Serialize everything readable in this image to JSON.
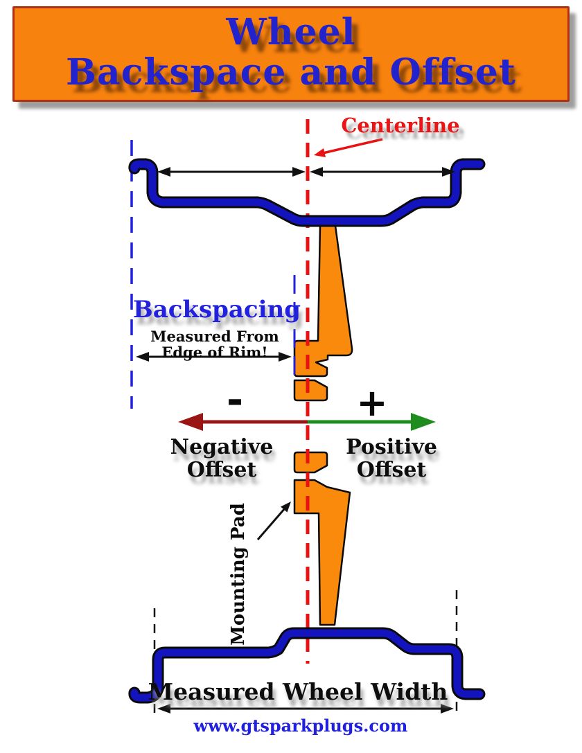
{
  "header": {
    "line1": "Wheel",
    "line2": "Backspace and Offset"
  },
  "labels": {
    "centerline": "Centerline",
    "backspacing": "Backspacing",
    "backspacing_note_line1": "Measured From",
    "backspacing_note_line2": "Edge of Rim!",
    "minus_sign": "-",
    "plus_sign": "+",
    "negative_line1": "Negative",
    "negative_line2": "Offset",
    "positive_line1": "Positive",
    "positive_line2": "Offset",
    "mounting_pad": "Mounting Pad",
    "wheel_width": "Measured Wheel Width",
    "website": "www.gtsparkplugs.com"
  },
  "colors": {
    "header_orange": "#F8820E",
    "header_border": "#B03010",
    "title_blue": "#2323CE",
    "label_blue": "#2020DE",
    "rim_blue": "#1414BE",
    "spoke_orange": "#F98A0C",
    "centerline_red": "#E81212",
    "dash_blue": "#2020DD",
    "negative_dark_red": "#9A1515",
    "positive_green": "#1E8C1E",
    "text_black": "#0A0A0A",
    "shadow_gray": "#999999"
  }
}
